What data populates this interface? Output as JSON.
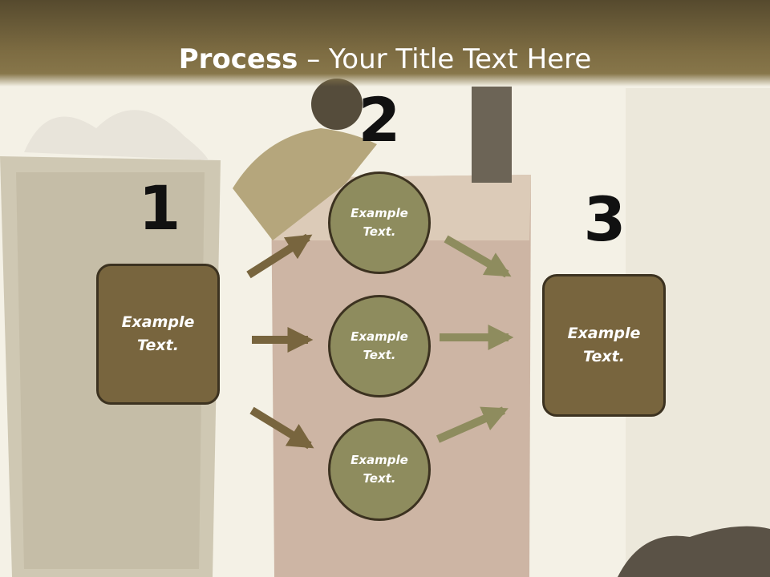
{
  "slide": {
    "title_bold": "Process",
    "title_rest": " – Your Title Text Here"
  },
  "steps": [
    {
      "number": "1",
      "box_text_line1": "Example",
      "box_text_line2": "Text."
    },
    {
      "number": "2"
    },
    {
      "number": "3",
      "box_text_line1": "Example",
      "box_text_line2": "Text."
    }
  ],
  "circles": [
    {
      "line1": "Example",
      "line2": "Text."
    },
    {
      "line1": "Example",
      "line2": "Text."
    },
    {
      "line1": "Example",
      "line2": "Text."
    }
  ],
  "colors": {
    "box_fill": "#78653e",
    "circle_fill": "#8e8c5e",
    "arrow_dark": "#78653e",
    "arrow_light": "#8e8c5e",
    "header": "#7d6c42"
  }
}
